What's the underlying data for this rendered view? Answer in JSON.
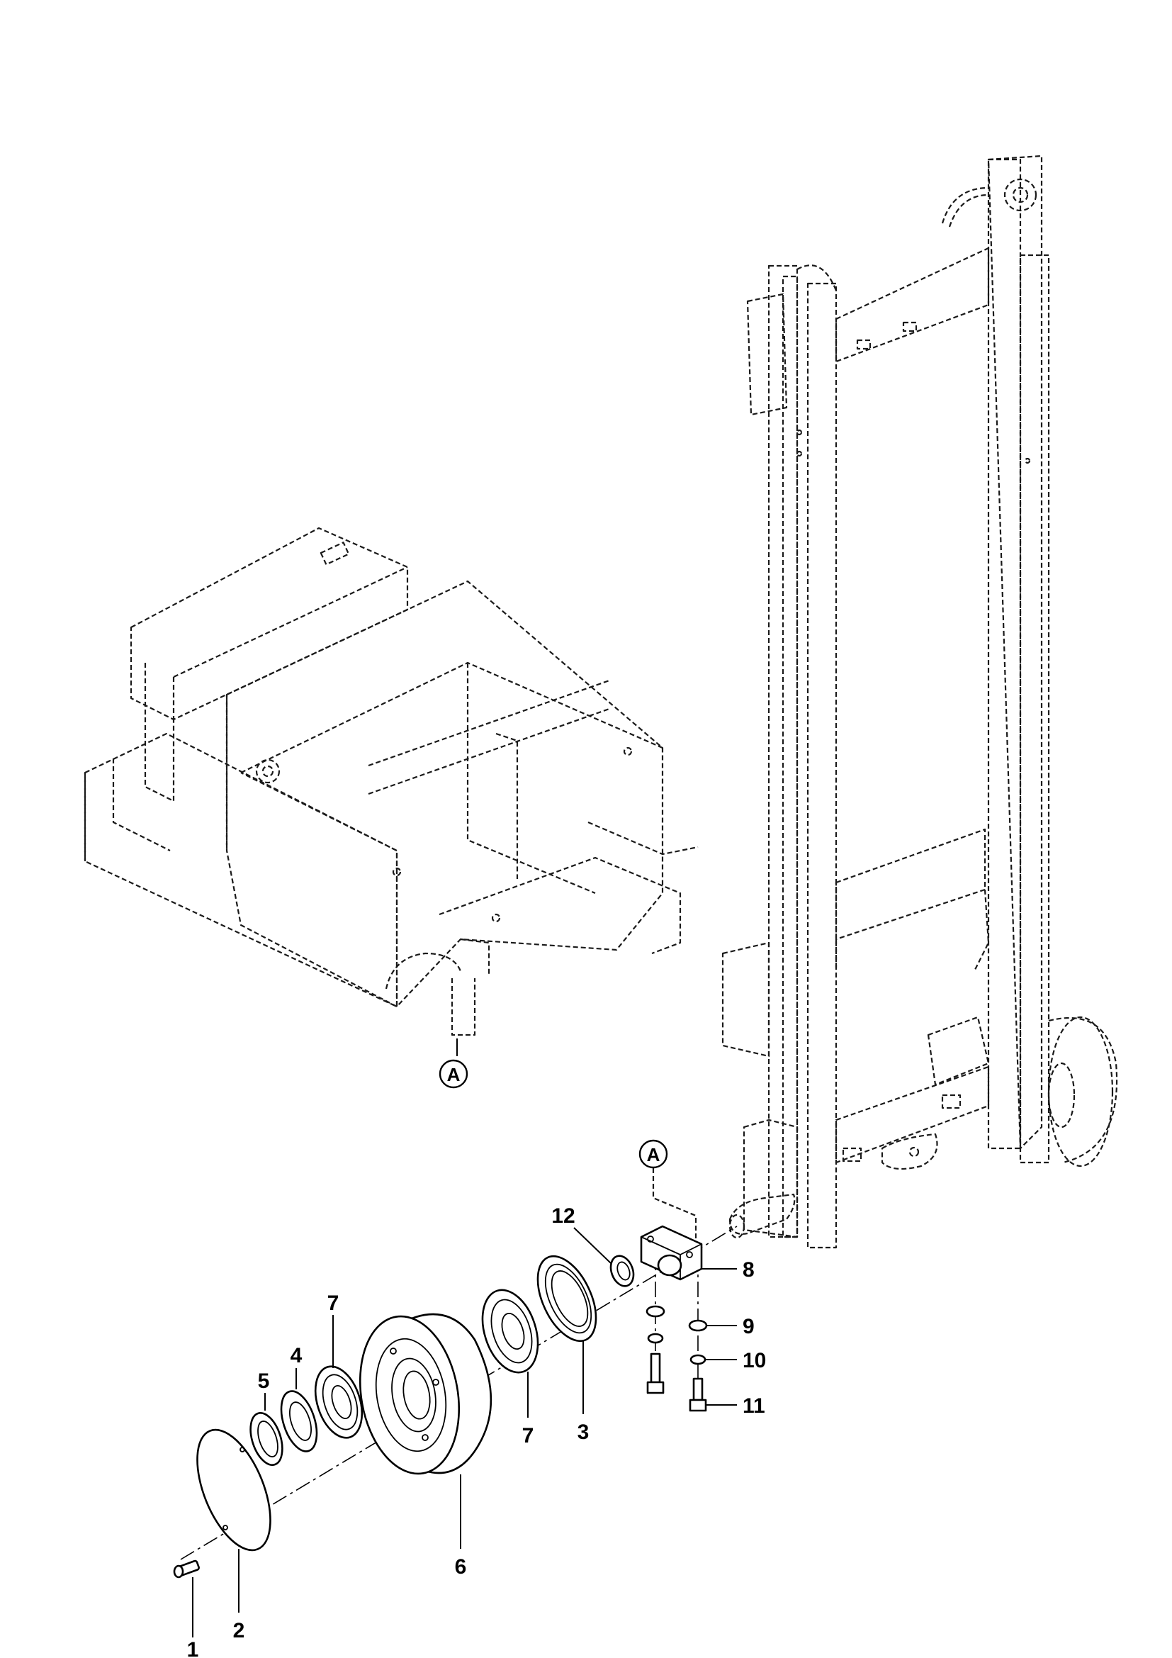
{
  "diagram": {
    "reference_mark": "A",
    "callouts": [
      {
        "id": "1",
        "label": "1"
      },
      {
        "id": "2",
        "label": "2"
      },
      {
        "id": "3",
        "label": "3"
      },
      {
        "id": "4",
        "label": "4"
      },
      {
        "id": "5",
        "label": "5"
      },
      {
        "id": "6",
        "label": "6"
      },
      {
        "id": "7a",
        "label": "7"
      },
      {
        "id": "7b",
        "label": "7"
      },
      {
        "id": "8",
        "label": "8"
      },
      {
        "id": "9",
        "label": "9"
      },
      {
        "id": "10",
        "label": "10"
      },
      {
        "id": "11",
        "label": "11"
      },
      {
        "id": "12",
        "label": "12"
      }
    ]
  }
}
